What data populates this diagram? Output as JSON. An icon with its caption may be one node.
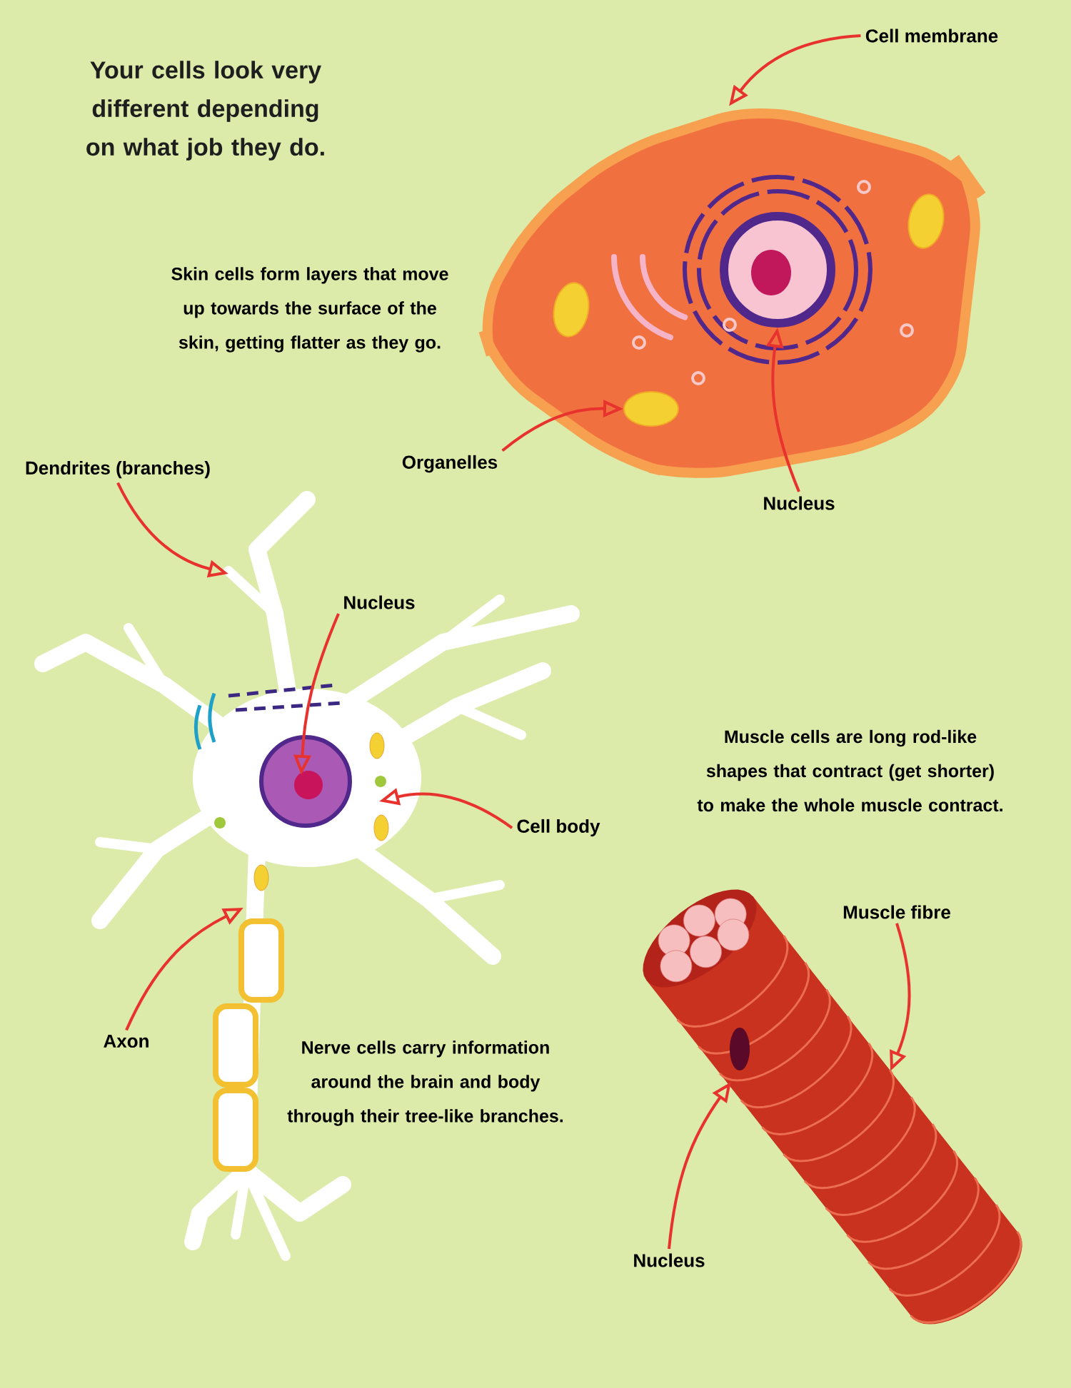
{
  "diagram": {
    "title": "Your cells look very different depending on what job they do.",
    "nodes": [
      {
        "text": [
          "Cell membrane"
        ]
      },
      {
        "text": [
          "Organelles"
        ]
      },
      {
        "text": [
          "Nucleus"
        ]
      },
      {
        "text": [
          "Dendrites (branches)"
        ]
      },
      {
        "text": [
          "Nucleus"
        ]
      },
      {
        "text": [
          "Cell body"
        ]
      },
      {
        "text": [
          "Axon"
        ]
      },
      {
        "text": [
          "Muscle fibre"
        ]
      },
      {
        "text": [
          "Nucleus"
        ]
      },
      {
        "text": [],
        "shape": "picture"
      },
      {
        "text": [],
        "shape": "circle",
        "in": 9
      },
      {
        "text": [],
        "shape": "circle",
        "in": 9
      }
    ],
    "edges": [
      {
        "from": 0,
        "to": 9,
        "arrow": "to"
      },
      {
        "from": 1,
        "to": 10,
        "arrow": "to"
      },
      {
        "from": 2,
        "to": 11,
        "arrow": "to"
      },
      {
        "from": 3,
        "to": null,
        "arrow": "to"
      },
      {
        "from": 4,
        "to": null,
        "arrow": "to"
      },
      {
        "from": 5,
        "to": null,
        "arrow": "to"
      },
      {
        "from": 6,
        "to": null,
        "arrow": "to"
      },
      {
        "from": 7,
        "to": null,
        "arrow": "to"
      },
      {
        "from": 8,
        "to": null,
        "arrow": "to"
      }
    ],
    "labels": [
      "Skin cells form layers that move up towards the surface of the skin, getting flatter as they go.",
      "Muscle cells are long rod-like shapes that contract (get shorter) to make the whole muscle contract.",
      "Nerve cells carry information around the brain and body through their tree-like branches."
    ]
  }
}
